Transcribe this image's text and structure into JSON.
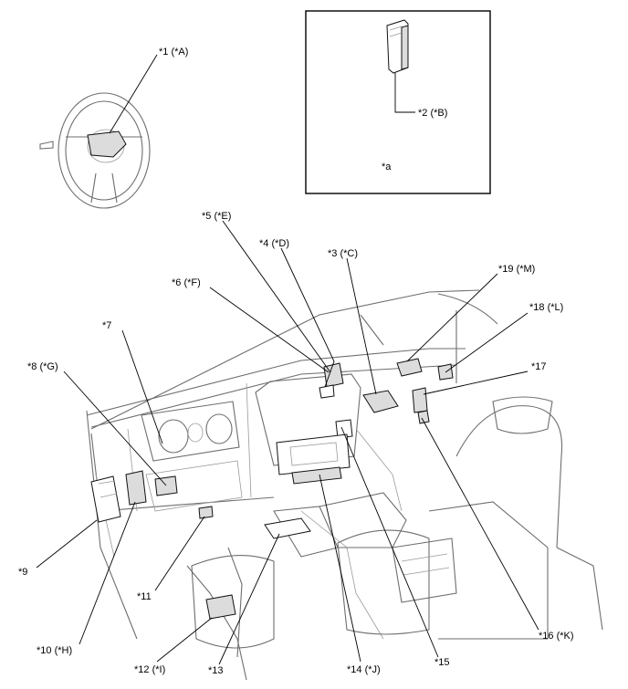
{
  "callouts": {
    "c1": "*1 (*A)",
    "c2": "*2 (*B)",
    "c3": "*3 (*C)",
    "c4": "*4 (*D)",
    "c5": "*5 (*E)",
    "c6": "*6 (*F)",
    "c7": "*7",
    "c8": "*8 (*G)",
    "c9": "*9",
    "c10": "*10 (*H)",
    "c11": "*11",
    "c12": "*12 (*I)",
    "c13": "*13",
    "c14": "*14 (*J)",
    "c15": "*15",
    "c16": "*16 (*K)",
    "c17": "*17",
    "c18": "*18 (*L)",
    "c19": "*19 (*M)",
    "ca": "*a"
  }
}
